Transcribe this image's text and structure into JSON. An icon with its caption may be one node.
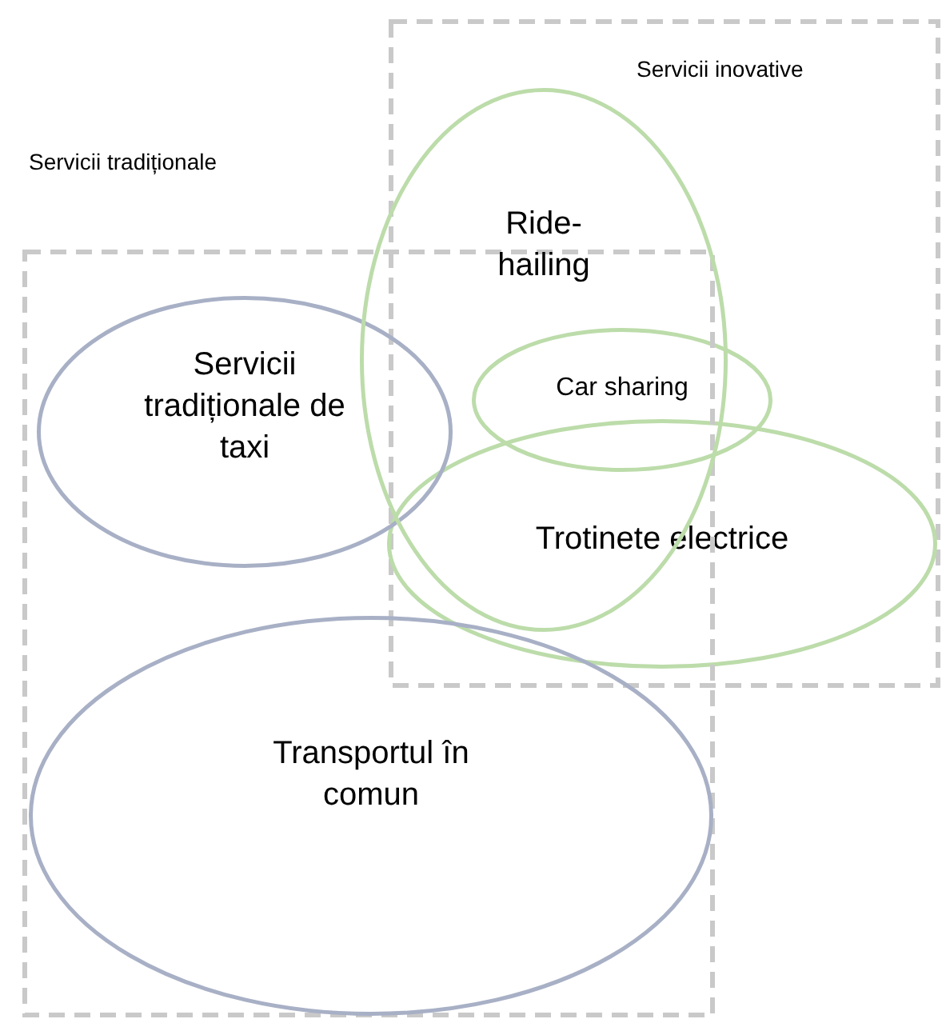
{
  "diagram": {
    "nodes": [
      {
        "text": [
          "Servicii inovative"
        ]
      },
      {
        "text": [
          "Servicii tradiționale"
        ]
      },
      {
        "text": [
          "Ride-hailing"
        ]
      },
      {
        "text": [
          "Servicii tradiționale de taxi"
        ],
        "in": 1
      },
      {
        "text": [
          "Car sharing"
        ],
        "in": 0
      },
      {
        "text": [
          "Trotinete electrice"
        ],
        "in": 0
      },
      {
        "text": [
          "Transportul în comun"
        ],
        "in": 1
      }
    ]
  }
}
